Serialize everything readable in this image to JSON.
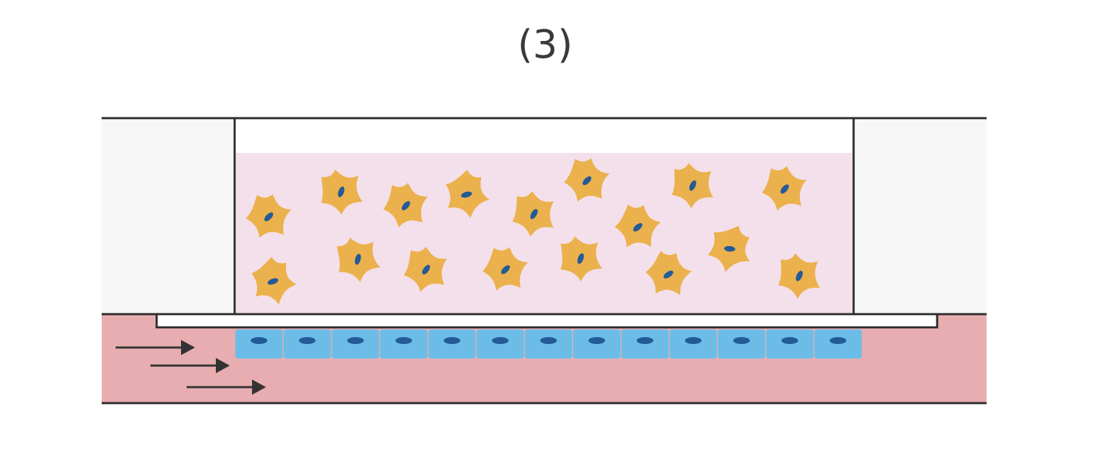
{
  "title": "(3)",
  "colors": {
    "outline": "#2b2b2b",
    "chamber": "#f7f7f7",
    "medium": "#f4e0ea",
    "bottom_channel": "#e8adb0",
    "stromal_cell": "#ebb14c",
    "nucleus": "#235b97",
    "endothelial_cell": "#6bbde8",
    "arrow": "#333333"
  },
  "counts": {
    "stromal_cells": 17,
    "endothelial_cells": 13,
    "flow_arrows": 3
  }
}
